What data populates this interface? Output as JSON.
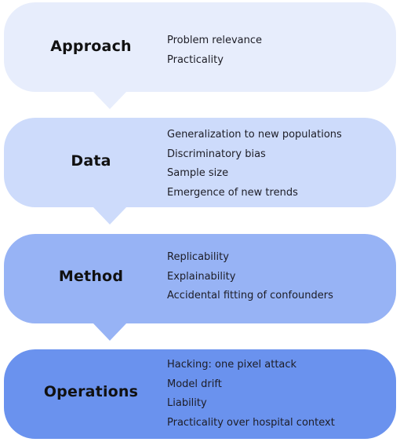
{
  "stages": [
    {
      "title": "Approach",
      "items": [
        "Problem relevance",
        "Practicality"
      ],
      "color": "#e7edfc"
    },
    {
      "title": "Data",
      "items": [
        "Generalization to new populations",
        "Discriminatory bias",
        "Sample size",
        "Emergence of new trends"
      ],
      "color": "#cddbfb"
    },
    {
      "title": "Method",
      "items": [
        "Replicability",
        "Explainability",
        "Accidental fitting of confounders"
      ],
      "color": "#97b3f5"
    },
    {
      "title": "Operations",
      "items": [
        "Hacking: one pixel attack",
        "Model drift",
        "Liability",
        "Practicality over hospital context"
      ],
      "color": "#6a92ee"
    }
  ]
}
